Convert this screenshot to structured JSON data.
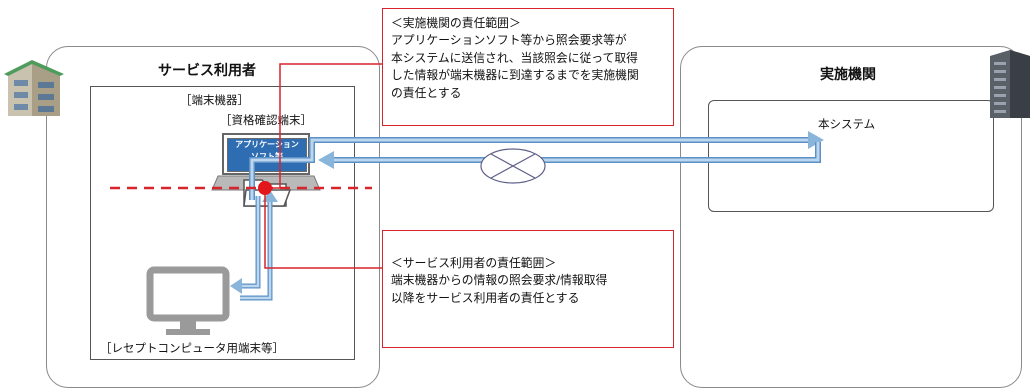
{
  "user_side": {
    "title": "サービス利用者",
    "terminal_group_label": "［端末機器］",
    "qualification_terminal_label": "［資格確認端末］",
    "app_software_line1": "アプリケーション",
    "app_software_line2": "ソフト等",
    "receipt_terminal_label": "［レセプトコンピュータ用端末等］"
  },
  "provider_side": {
    "title": "実施機関",
    "system_label": "本システム"
  },
  "provider_responsibility": {
    "heading": "＜実施機関の責任範囲＞",
    "lines": [
      "アプリケーションソフト等から照会要求等が",
      "本システムに送信され、当該照会に従って取得",
      "した情報が端末機器に到達するまでを実施機関",
      "の責任とする"
    ]
  },
  "user_responsibility": {
    "heading": "＜サービス利用者の責任範囲＞",
    "lines": [
      "端末機器からの情報の照会要求/情報取得",
      "以降をサービス利用者の責任とする"
    ]
  },
  "colors": {
    "arrow_blue": "#8ab5da",
    "arrow_blue_dark": "#5b91c6",
    "responsibility_red": "#d8242a",
    "monitor_gray": "#9a9a9a",
    "app_blue": "#2f6db3"
  }
}
